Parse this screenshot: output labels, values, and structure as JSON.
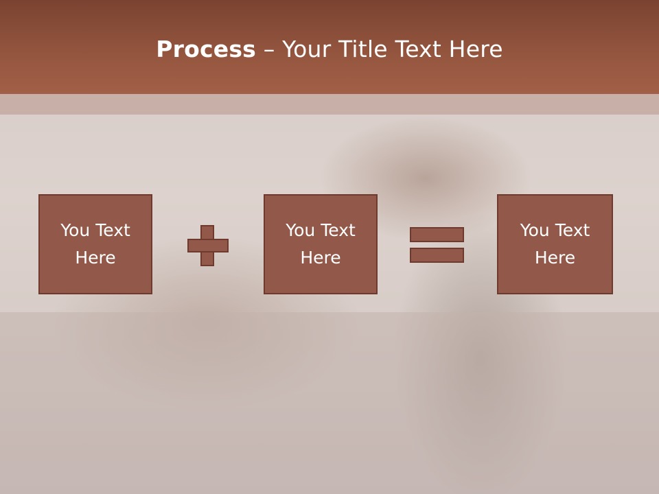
{
  "slide": {
    "title_bold": "Process",
    "title_rest": " – Your Title Text Here",
    "boxes": [
      {
        "line1": "You Text",
        "line2": "Here"
      },
      {
        "line1": "You Text",
        "line2": "Here"
      },
      {
        "line1": "You Text",
        "line2": "Here"
      }
    ],
    "operators": [
      "plus-icon",
      "equals-icon"
    ]
  },
  "colors": {
    "title_bar": "#95563f",
    "box_fill": "#92594a",
    "box_border": "#6e3a2d",
    "text": "#ffffff"
  }
}
